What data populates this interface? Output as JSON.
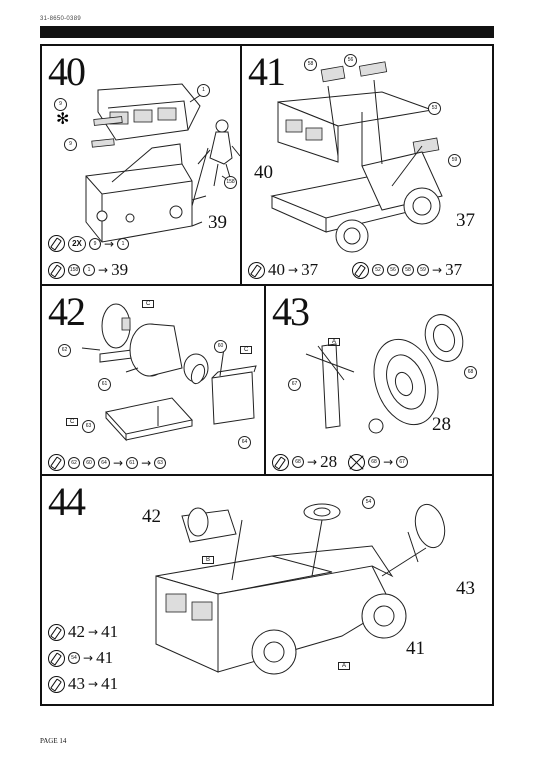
{
  "header": {
    "code": "31-8650-0389"
  },
  "footer": {
    "page": "PAGE 14"
  },
  "steps": {
    "s40": {
      "number": "40",
      "part_labels": [
        "1",
        "9",
        "9",
        "158"
      ],
      "ref": "39",
      "line1": {
        "a": "9",
        "b": "1",
        "mult": "2X"
      },
      "line2": {
        "a": "158",
        "b": "1",
        "result": "39"
      }
    },
    "s41": {
      "number": "41",
      "part_labels": [
        "58",
        "56",
        "53",
        "59"
      ],
      "ref_left": "40",
      "ref_right": "37",
      "line1": {
        "a": "40",
        "result": "37"
      },
      "line2": {
        "a": "52",
        "b": "56",
        "c": "58",
        "d": "59",
        "result": "37"
      }
    },
    "s42": {
      "number": "42",
      "part_labels": [
        "62",
        "61",
        "60",
        "63",
        "64"
      ],
      "line1": [
        "62",
        "60",
        "64",
        "61",
        "63"
      ]
    },
    "s43": {
      "number": "43",
      "part_labels": [
        "67",
        "68"
      ],
      "ref": "28",
      "line1": {
        "a": "68",
        "result": "28",
        "c": "68",
        "d": "67"
      }
    },
    "s44": {
      "number": "44",
      "part_labels": [
        "54"
      ],
      "ref_42": "42",
      "ref_43": "43",
      "ref_41": "41",
      "line1": {
        "a": "42",
        "result": "41"
      },
      "line2": {
        "a": "54",
        "result": "41"
      },
      "line3": {
        "a": "43",
        "result": "41"
      }
    }
  },
  "decals": {
    "a": "A",
    "b": "B",
    "c": "C"
  }
}
